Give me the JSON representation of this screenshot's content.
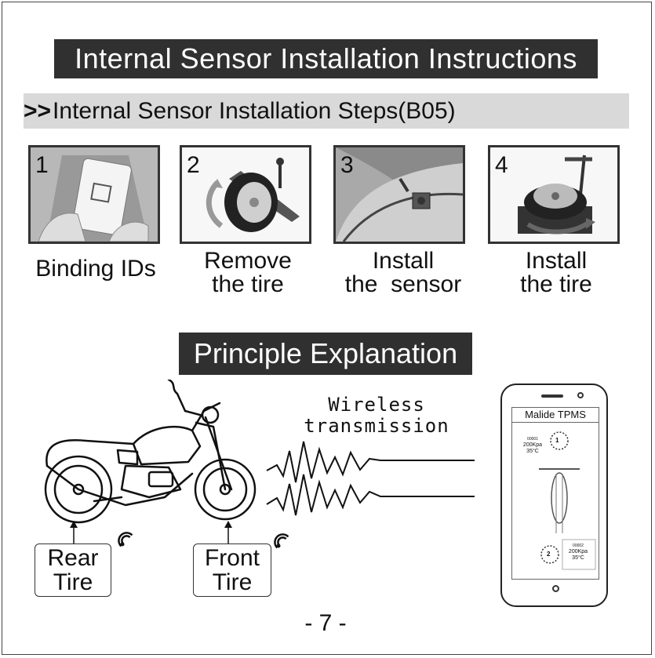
{
  "title": "Internal Sensor Installation Instructions",
  "steps_heading": {
    "arrows": ">>",
    "text": "Internal Sensor Installation Steps(B05)"
  },
  "steps": [
    {
      "number": "1",
      "label_line1": "Binding IDs",
      "label_line2": ""
    },
    {
      "number": "2",
      "label_line1": "Remove",
      "label_line2": "the tire"
    },
    {
      "number": "3",
      "label_line1": "Install",
      "label_line2": "the  sensor"
    },
    {
      "number": "4",
      "label_line1": "Install",
      "label_line2": "the tire"
    }
  ],
  "principle_title": "Principle Explanation",
  "wireless": {
    "line1": "Wireless",
    "line2": "transmission"
  },
  "rear_tire": {
    "line1": "Rear",
    "line2": "Tire"
  },
  "front_tire": {
    "line1": "Front",
    "line2": "Tire"
  },
  "phone": {
    "app_title": "Malide TPMS",
    "front_reading": {
      "id": "00001",
      "pressure": "200Kpa",
      "temp": "35°C",
      "wheel_no": "1"
    },
    "rear_reading": {
      "id": "00002",
      "pressure": "200Kpa",
      "temp": "35°C",
      "wheel_no": "2"
    }
  },
  "page_number": "- 7 -",
  "colors": {
    "title_bg": "#303030",
    "steps_bar_bg": "#d9d9d9",
    "text": "#111111"
  },
  "icons": [
    "wifi-signal-icon",
    "motorcycle-illustration",
    "smartphone-illustration"
  ]
}
